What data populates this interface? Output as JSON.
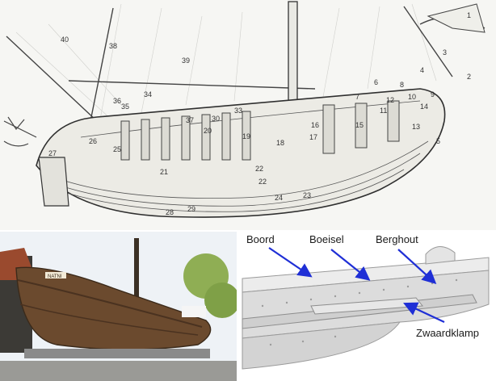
{
  "drawing": {
    "numbers": [
      "40",
      "1",
      "2",
      "3",
      "4",
      "5",
      "6",
      "7",
      "8",
      "9",
      "10",
      "11",
      "12",
      "13",
      "14",
      "15",
      "16",
      "17",
      "18",
      "19",
      "20",
      "21",
      "22",
      "22",
      "23",
      "24",
      "25",
      "26",
      "27",
      "28",
      "29",
      "30",
      "33",
      "34",
      "35",
      "36",
      "37",
      "38",
      "39"
    ]
  },
  "photo": {
    "sign_text": "NATNI"
  },
  "callout": {
    "labels": {
      "boord": "Boord",
      "boeisel": "Boeisel",
      "berghout": "Berghout",
      "zwaardklamp": "Zwaardklamp"
    }
  },
  "colors": {
    "arrow": "#1f2fd6",
    "hull_wood": "#6b4a2e",
    "ink": "#3a3a3a"
  }
}
